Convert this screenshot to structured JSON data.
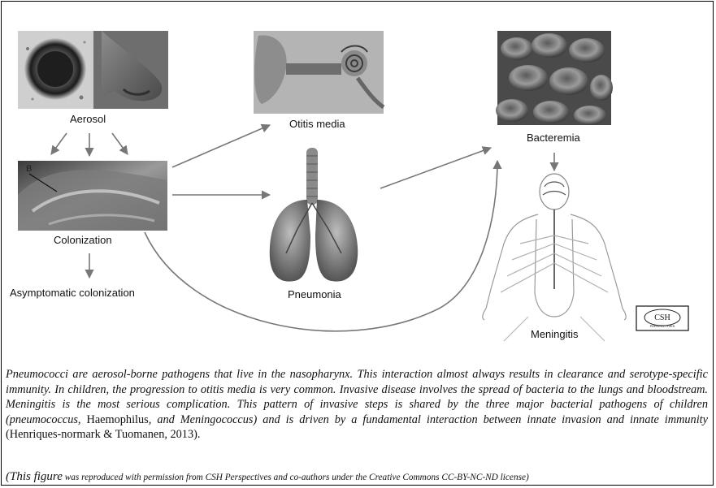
{
  "diagram": {
    "nodes": {
      "aerosol": "Aerosol",
      "colonization": "Colonization",
      "asymptomatic": "Asymptomatic colonization",
      "otitis": "Otitis media",
      "pneumonia": "Pneumonia",
      "bacteremia": "Bacteremia",
      "meningitis": "Meningitis"
    },
    "colonization_marker": "B",
    "logo_text": "CSH PERSPECTIVES"
  },
  "caption": {
    "part1": "Pneumococci are aerosol-borne pathogens that live in the nasopharynx. This interaction almost always results in clearance and serotype-specific immunity. In children, the progression to otitis media is very common. Invasive disease involves the spread of bacteria to the lungs and bloodstream. Meningitis is the most serious complication. This pattern of invasive steps is shared by the three major bacterial pathogens of children (pneumococcus, ",
    "part2": "Haemophilus",
    "part3": ", and Meningococcus) and is driven by a fundamental interaction between innate invasion and innate immunity ",
    "part4": "(Henriques-normark & Tuomanen, 2013)."
  },
  "credit": {
    "open": "(",
    "lead": "This figure",
    "rest": " was reproduced with permission from CSH Perspectives and co-authors under the Creative Commons CC-BY-NC-ND license)"
  }
}
